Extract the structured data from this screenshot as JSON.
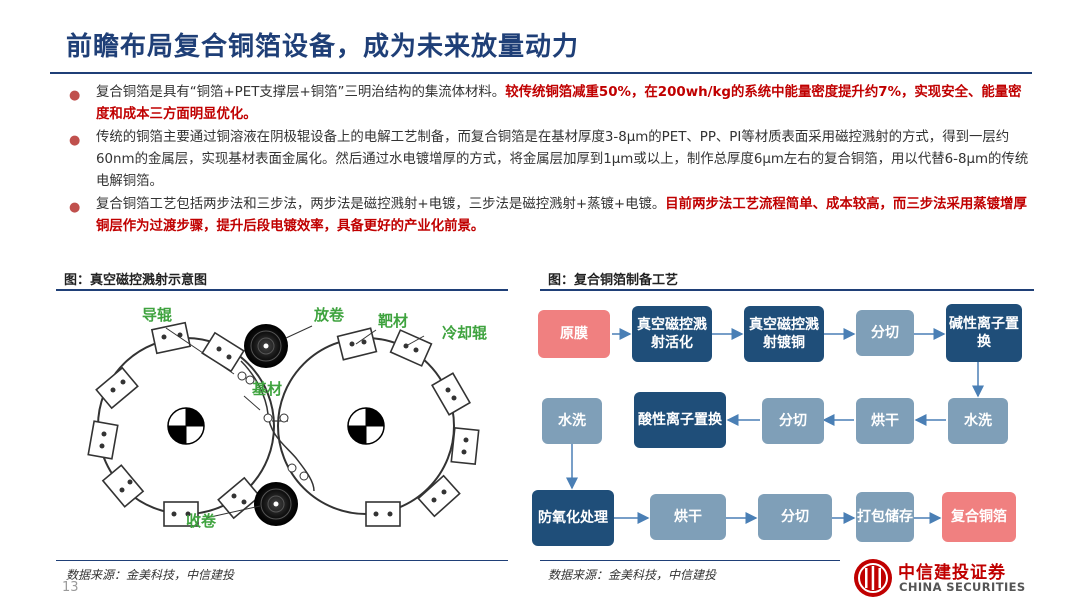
{
  "slide": {
    "title": "前瞻布局复合铜箔设备，成为未来放量动力",
    "page_number": "13"
  },
  "bullets": [
    {
      "text": "复合铜箔是具有“铜箔+PET支撑层+铜箔”三明治结构的集流体材料。",
      "highlight": "较传统铜箔减重50%，在200wh/kg的系统中能量密度提升约7%，实现安全、能量密度和成本三方面明显优化。"
    },
    {
      "text": "传统的铜箔主要通过铜溶液在阴极辊设备上的电解工艺制备，而复合铜箔是在基材厚度3-8μm的PET、PP、PI等材质表面采用磁控溅射的方式，得到一层约60nm的金属层，实现基材表面金属化。然后通过水电镀增厚的方式，将金属层加厚到1μm或以上，制作总厚度6μm左右的复合铜箔，用以代替6-8μm的传统电解铜箔。",
      "highlight": ""
    },
    {
      "text": "复合铜箔工艺包括两步法和三步法，两步法是磁控溅射+电镀，三步法是磁控溅射+蒸镀+电镀。",
      "highlight": "目前两步法工艺流程简单、成本较高，而三步法采用蒸镀增厚铜层作为过渡步骤，提升后段电镀效率，具备更好的产业化前景。"
    }
  ],
  "figure_left": {
    "caption": "图：真空磁控溅射示意图",
    "labels": {
      "guide_roll": "导辊",
      "unwind": "放卷",
      "target": "靶材",
      "cooling_roll": "冷却辊",
      "substrate": "基材",
      "rewind": "收卷"
    },
    "source": "数据来源：金美科技，中信建投"
  },
  "figure_right": {
    "caption": "图：复合铜箔制备工艺",
    "steps": {
      "s1": "原膜",
      "s2": "真空磁控溅射活化",
      "s3": "真空磁控溅射镀铜",
      "s4": "分切",
      "s5": "碱性离子置换",
      "s6": "水洗",
      "s7": "烘干",
      "s8": "分切",
      "s9": "酸性离子置换",
      "s10": "水洗",
      "s11": "防氧化处理",
      "s12": "烘干",
      "s13": "分切",
      "s14": "打包储存",
      "s15": "复合铜箔"
    },
    "source": "数据来源：金美科技，中信建投"
  },
  "logo": {
    "name_cn": "中信建投证券",
    "name_en": "CHINA SECURITIES"
  },
  "colors": {
    "title": "#1f3f77",
    "highlight": "#c00000",
    "box_dark": "#1f4e79",
    "box_mid": "#7f9fb8",
    "box_pink": "#f08080"
  }
}
